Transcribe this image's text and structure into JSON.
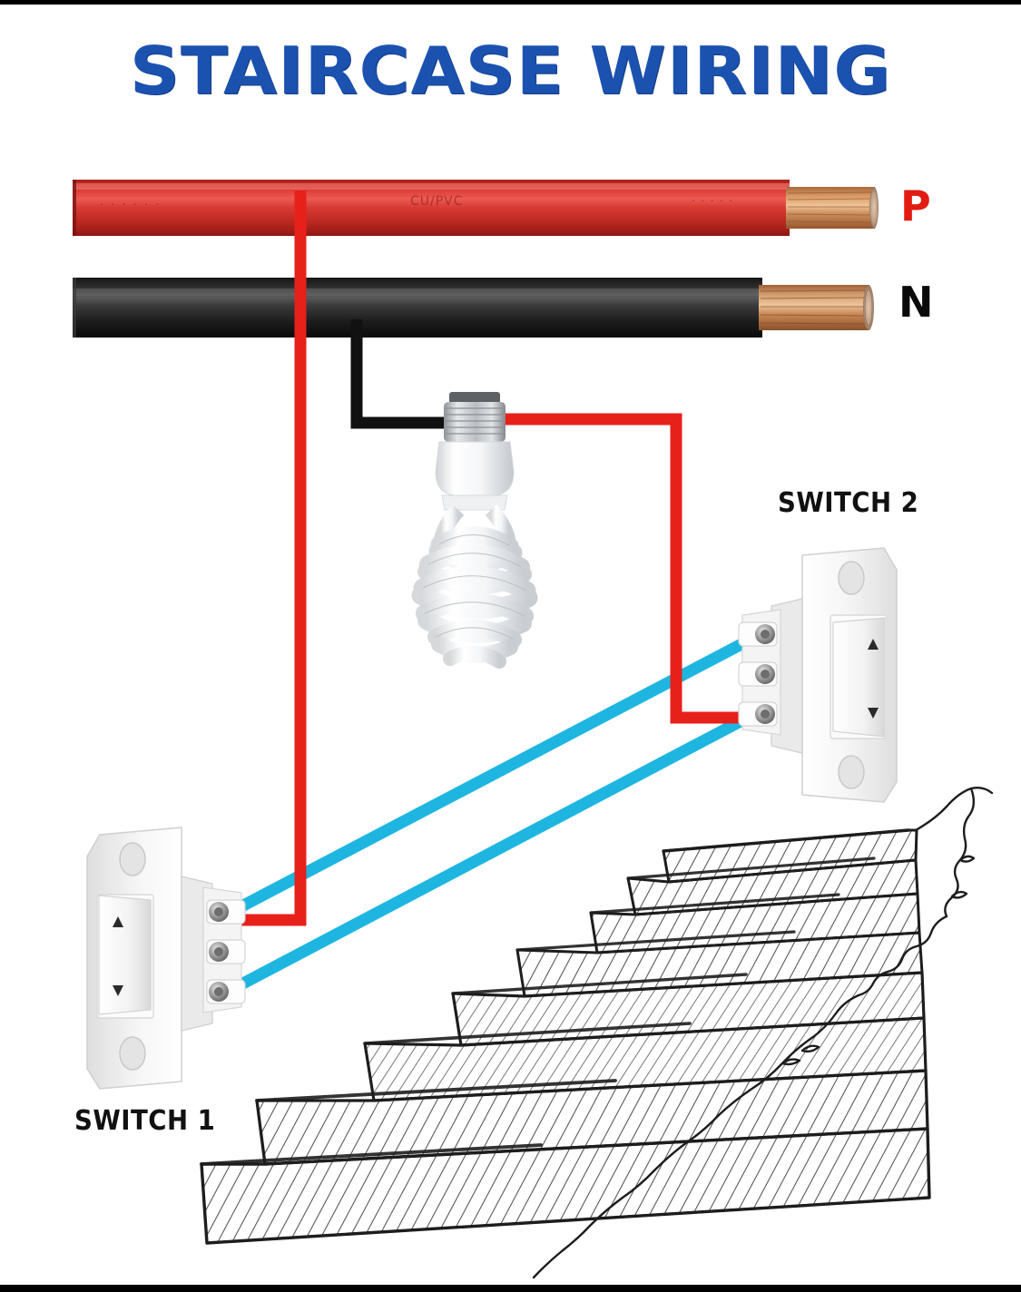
{
  "diagram": {
    "title": "STAIRCASE WIRING",
    "type": "two-way-switch-wiring-diagram",
    "background_color": "#ffffff",
    "title_color": "#1b52b0"
  },
  "labels": {
    "phase": "P",
    "neutral": "N",
    "switch_1": "SWITCH 1",
    "switch_2": "SWITCH 2"
  },
  "colors": {
    "phase_wire": "#e8201a",
    "neutral_wire": "#111111",
    "traveler_wire": "#1eb6e0",
    "red_cable_body": "#d8352f",
    "black_cable_body": "#1a1a1a",
    "copper": "#c98a52",
    "switch_body": "#f2f2f2",
    "sketch_ink": "#1d1d1d"
  },
  "cables": [
    {
      "name": "phase-supply-cable",
      "label": "P",
      "color": "#d8352f",
      "role": "Phase / Live supply busbar",
      "position": "top",
      "conductor": "stranded copper"
    },
    {
      "name": "neutral-supply-cable",
      "label": "N",
      "color": "#1a1a1a",
      "role": "Neutral supply busbar",
      "position": "below phase",
      "conductor": "stranded copper"
    }
  ],
  "lamp": {
    "name": "cfl-lamp",
    "type": "CFL spiral bulb",
    "base": "E27 screw base",
    "neutral_connection": "black wire from N busbar",
    "switched_live_connection": "red wire to SWITCH 2 common"
  },
  "switches": [
    {
      "id": "switch-1",
      "label": "SWITCH 1",
      "type": "2-way (SPDT) rocker switch",
      "orientation": "terminals facing right",
      "terminals": [
        {
          "position": "top",
          "wire_color": "#1eb6e0",
          "role": "traveler-1"
        },
        {
          "position": "middle",
          "wire_color": "#e8201a",
          "role": "common (live from P)"
        },
        {
          "position": "bottom",
          "wire_color": "#1eb6e0",
          "role": "traveler-2"
        }
      ]
    },
    {
      "id": "switch-2",
      "label": "SWITCH 2",
      "type": "2-way (SPDT) rocker switch",
      "orientation": "terminals facing left",
      "terminals": [
        {
          "position": "top",
          "wire_color": "#1eb6e0",
          "role": "traveler-1"
        },
        {
          "position": "middle",
          "wire_color": "#e8201a",
          "role": "common (to lamp)"
        },
        {
          "position": "bottom",
          "wire_color": "#1eb6e0",
          "role": "traveler-2"
        }
      ]
    }
  ],
  "connections": [
    {
      "from": "phase-supply-cable",
      "to": "switch-1 common",
      "color": "#e8201a"
    },
    {
      "from": "neutral-supply-cable",
      "to": "lamp base",
      "color": "#111111"
    },
    {
      "from": "lamp base",
      "to": "switch-2 common",
      "color": "#e8201a"
    },
    {
      "from": "switch-1 top terminal",
      "to": "switch-2 top terminal",
      "color": "#1eb6e0"
    },
    {
      "from": "switch-1 bottom terminal",
      "to": "switch-2 bottom terminal",
      "color": "#1eb6e0"
    }
  ],
  "staircase": {
    "name": "hand-drawn-staircase",
    "style": "pencil sketch with diagonal hatching",
    "step_count": 8
  }
}
